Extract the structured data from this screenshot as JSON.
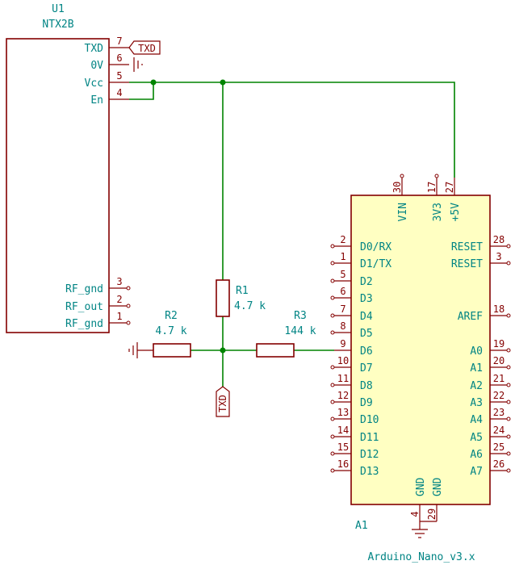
{
  "u1": {
    "ref": "U1",
    "value": "NTX2B",
    "pins": [
      {
        "name": "TXD",
        "num": "7"
      },
      {
        "name": "0V",
        "num": "6"
      },
      {
        "name": "Vcc",
        "num": "5"
      },
      {
        "name": "En",
        "num": "4"
      },
      {
        "name": "RF_gnd",
        "num": "3"
      },
      {
        "name": "RF_out",
        "num": "2"
      },
      {
        "name": "RF_gnd",
        "num": "1"
      }
    ]
  },
  "a1": {
    "ref": "A1",
    "value": "Arduino_Nano_v3.x",
    "top_pins": [
      {
        "name": "VIN",
        "num": "30"
      },
      {
        "name": "3V3",
        "num": "17"
      },
      {
        "name": "+5V",
        "num": "27"
      }
    ],
    "left_pins": [
      {
        "name": "D0/RX",
        "num": "2"
      },
      {
        "name": "D1/TX",
        "num": "1"
      },
      {
        "name": "D2",
        "num": "5"
      },
      {
        "name": "D3",
        "num": "6"
      },
      {
        "name": "D4",
        "num": "7"
      },
      {
        "name": "D5",
        "num": "8"
      },
      {
        "name": "D6",
        "num": "9"
      },
      {
        "name": "D7",
        "num": "10"
      },
      {
        "name": "D8",
        "num": "11"
      },
      {
        "name": "D9",
        "num": "12"
      },
      {
        "name": "D10",
        "num": "13"
      },
      {
        "name": "D11",
        "num": "14"
      },
      {
        "name": "D12",
        "num": "15"
      },
      {
        "name": "D13",
        "num": "16"
      }
    ],
    "right_pins": [
      {
        "name": "RESET",
        "num": "28"
      },
      {
        "name": "RESET",
        "num": "3"
      },
      {
        "name": "AREF",
        "num": "18"
      },
      {
        "name": "A0",
        "num": "19"
      },
      {
        "name": "A1",
        "num": "20"
      },
      {
        "name": "A2",
        "num": "21"
      },
      {
        "name": "A3",
        "num": "22"
      },
      {
        "name": "A4",
        "num": "23"
      },
      {
        "name": "A5",
        "num": "24"
      },
      {
        "name": "A6",
        "num": "25"
      },
      {
        "name": "A7",
        "num": "26"
      }
    ],
    "bottom_pins": [
      {
        "name": "GND",
        "num": "4"
      },
      {
        "name": "GND",
        "num": "29"
      }
    ]
  },
  "r1": {
    "ref": "R1",
    "value": "4.7 k"
  },
  "r2": {
    "ref": "R2",
    "value": "4.7 k"
  },
  "r3": {
    "ref": "R3",
    "value": "144 k"
  },
  "labels": {
    "txd_top": "TXD",
    "txd_bottom": "TXD"
  },
  "colors": {
    "component": "#840000",
    "text": "#008484",
    "wire": "#008400",
    "chip_fill": "#ffffc2"
  }
}
